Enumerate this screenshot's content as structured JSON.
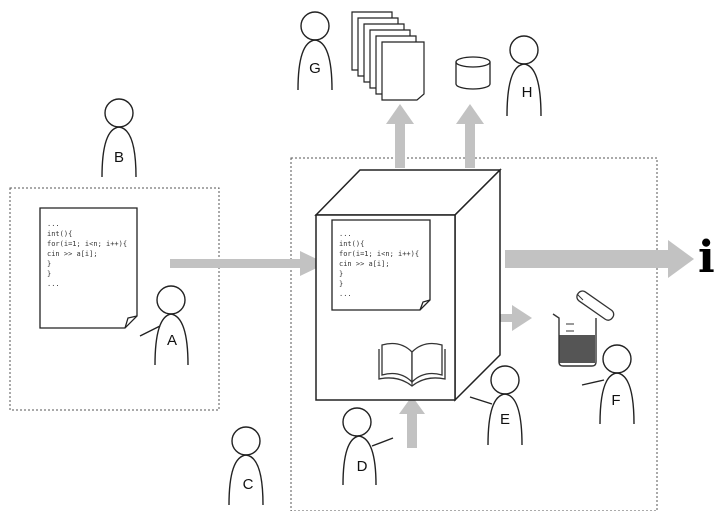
{
  "people": {
    "A": "A",
    "B": "B",
    "C": "C",
    "D": "D",
    "E": "E",
    "F": "F",
    "G": "G",
    "H": "H"
  },
  "left_code": {
    "lines": [
      "...",
      "int(){",
      "  for(i=1; i<n; i++){",
      "  cin >> a[i];",
      "  }",
      "}",
      "..."
    ]
  },
  "machine_code": {
    "lines": [
      "...",
      "int(){",
      "  for(i=1; i<n; i++){",
      "  cin >> a[i];",
      "  }",
      "}",
      "..."
    ]
  },
  "info_glyph": "i",
  "icons": {
    "document_stack": "document-stack-icon",
    "database": "database-icon",
    "book": "open-book-icon",
    "beaker": "beaker-icon",
    "test_tube": "test-tube-icon",
    "person": "person-icon"
  },
  "colors": {
    "arrow": "#c2c2c2",
    "line": "#222222",
    "dotted_border": "#555555",
    "beaker_fill": "#555555"
  }
}
